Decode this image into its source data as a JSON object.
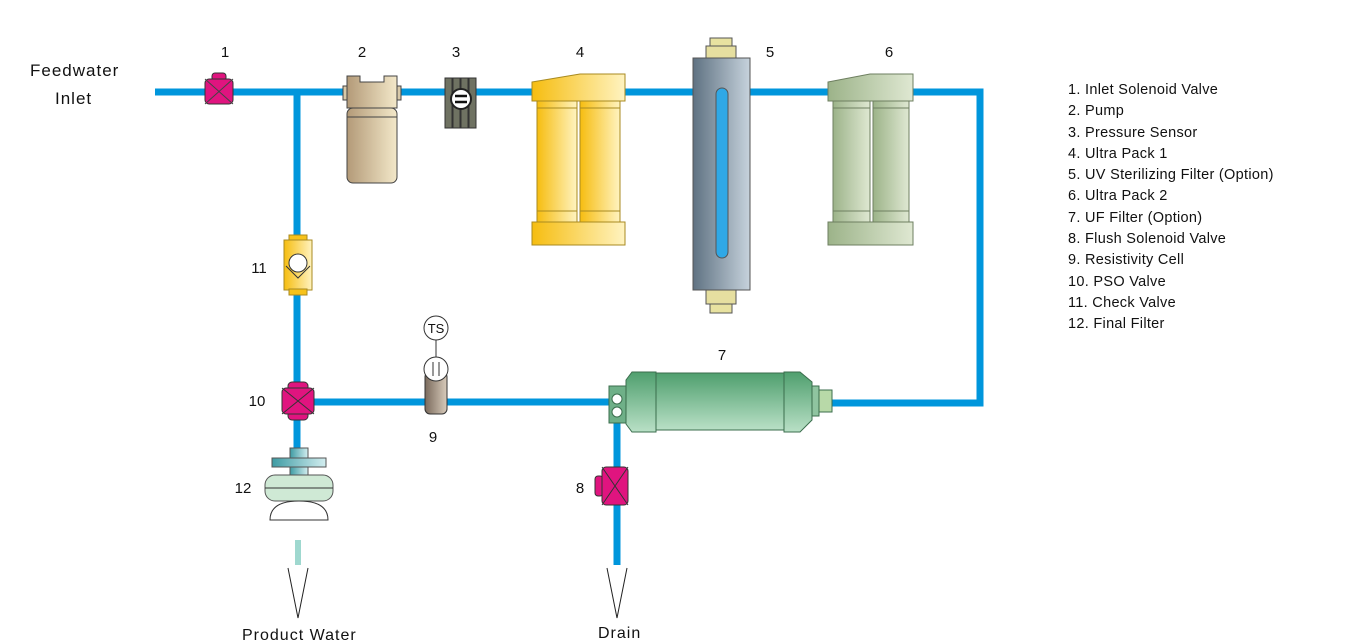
{
  "labels": {
    "feedwater_line1": "Feedwater",
    "feedwater_line2": "Inlet",
    "product_water": "Product Water",
    "drain": "Drain",
    "sensor_ts": "TS"
  },
  "component_numbers": {
    "inlet_valve": "1",
    "pump": "2",
    "pressure_sensor": "3",
    "ultra_pack_1": "4",
    "uv_filter": "5",
    "ultra_pack_2": "6",
    "uf_filter": "7",
    "flush_valve": "8",
    "resistivity_cell": "9",
    "pso_valve": "10",
    "check_valve": "11",
    "final_filter": "12"
  },
  "legend": [
    "1. Inlet Solenoid Valve",
    "2. Pump",
    "3. Pressure Sensor",
    "4. Ultra Pack 1",
    "5. UV Sterilizing Filter (Option)",
    "6. Ultra Pack 2",
    "7. UF Filter (Option)",
    "8. Flush Solenoid Valve",
    "9. Resistivity Cell",
    "10. PSO Valve",
    "11. Check Valve",
    "12. Final Filter"
  ],
  "colors": {
    "pipe": "#0096dc",
    "solenoid_valve": "#e0147f",
    "ultra_pack_1": "#f7c21a",
    "ultra_pack_2": "#a9bd95",
    "uf_filter": "#5fae7c",
    "uv_filter": "#6f8494"
  }
}
